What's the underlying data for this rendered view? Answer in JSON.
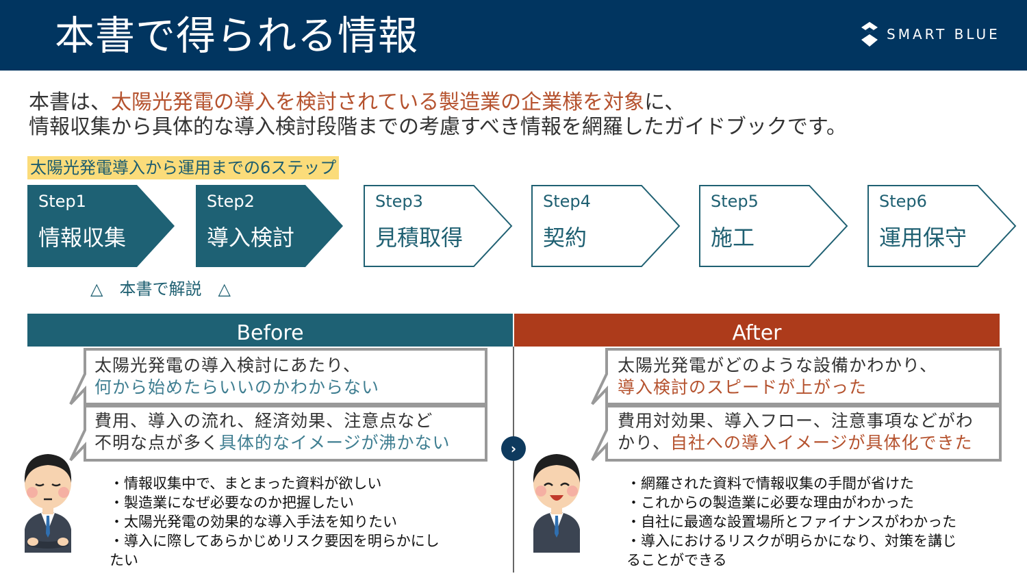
{
  "header": {
    "title": "本書で得られる情報",
    "logo_text": "SMART BLUE"
  },
  "intro": {
    "line1_a": "本書は、",
    "line1_hl": "太陽光発電の導入を検討されている製造業の企業様を対象",
    "line1_b": "に、",
    "line2": "情報収集から具体的な導入検討段階までの考慮すべき情報を網羅したガイドブックです。"
  },
  "steps_tag": "太陽光発電導入から運用までの6ステップ",
  "steps": [
    {
      "num": "Step1",
      "name": "情報収集",
      "filled": true
    },
    {
      "num": "Step2",
      "name": "導入検討",
      "filled": true
    },
    {
      "num": "Step3",
      "name": "見積取得",
      "filled": false
    },
    {
      "num": "Step4",
      "name": "契約",
      "filled": false
    },
    {
      "num": "Step5",
      "name": "施工",
      "filled": false
    },
    {
      "num": "Step6",
      "name": "運用保守",
      "filled": false
    }
  ],
  "steps_note": "△　本書で解説　△",
  "before": {
    "label": "Before",
    "bubble1": {
      "line1": "太陽光発電の導入検討にあたり、",
      "line2": "何から始めたらいいのかわからない"
    },
    "bubble2": {
      "line1": "費用、導入の流れ、経済効果、注意点など",
      "line2_a": "不明な点が多く",
      "line2_hl": "具体的なイメージが沸かない"
    },
    "list": [
      "・情報収集中で、まとまった資料が欲しい",
      "・製造業になぜ必要なのか把握したい",
      "・太陽光発電の効果的な導入手法を知りたい",
      "・導入に際してあらかじめリスク要因を明らかにし",
      "たい"
    ]
  },
  "after": {
    "label": "After",
    "bubble1": {
      "line1": "太陽光発電がどのような設備かわかり、",
      "line2": "導入検討のスピードが上がった"
    },
    "bubble2": {
      "line1": "費用対効果、導入フロー、注意事項などがわ",
      "line2_a": "かり、",
      "line2_hl": "自社への導入イメージが具体化できた"
    },
    "list": [
      "・網羅された資料で情報収集の手間が省けた",
      "・これからの製造業に必要な理由がわかった",
      "・自社に最適な設置場所とファイナンスがわかった",
      "・導入におけるリスクが明らかになり、対策を講じ",
      "ることができる"
    ]
  },
  "arrow_glyph": "›",
  "colors": {
    "navy": "#013560",
    "teal": "#1e6174",
    "rust": "#ad3b1b",
    "highlight": "#fbdc7a"
  }
}
